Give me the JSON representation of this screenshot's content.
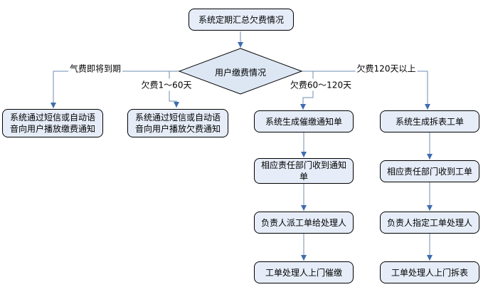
{
  "diagram": {
    "type": "flowchart",
    "language": "zh-CN",
    "nodes": {
      "start": "系统定期汇总欠费情况",
      "decision": "用户缴费情况",
      "sms_payment_notice": "系统通过短信或自动语音向用户播放缴费通知",
      "sms_arrears_notice": "系统通过短信或自动语音向用户播放欠费通知",
      "generate_collection_notice": "系统生成催缴通知单",
      "dept_receive_notice": "相应责任部门收到通知单",
      "assign_work_order": "负责人派工单给处理人",
      "door_collection": "工单处理人上门催缴",
      "generate_removal_order": "系统生成拆表工单",
      "dept_receive_order": "相应责任部门收到工单",
      "designate_handler": "负责人指定工单处理人",
      "door_removal": "工单处理人上门拆表"
    },
    "edge_labels": {
      "due_soon": "气费即将到期",
      "days_1_60": "欠费1～60天",
      "days_60_120": "欠费60～120天",
      "days_120_plus": "欠费120天以上"
    },
    "colors": {
      "background": "#ffffff",
      "node_fill": "#e6edf8",
      "decision_fill": "#dde7f4",
      "border": "#000000",
      "line": "#6f8db2",
      "arrow": "#3f6cb0"
    }
  }
}
